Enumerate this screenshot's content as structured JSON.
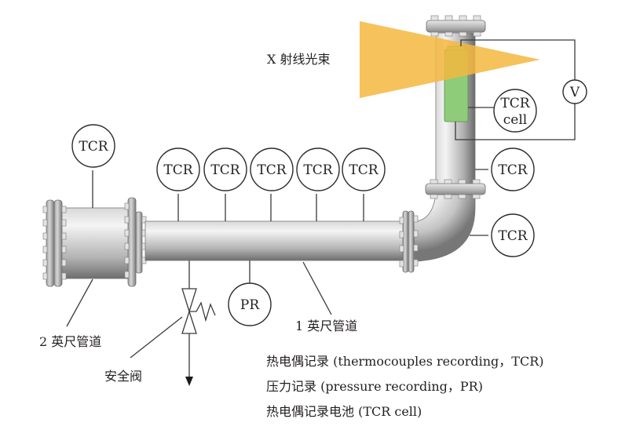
{
  "diagram": {
    "xray_label": "X 射线光束",
    "instruments": {
      "tcr_label": "TCR",
      "tcr_cell_line1": "TCR",
      "tcr_cell_line2": "cell",
      "voltmeter_label": "V",
      "pr_label": "PR"
    },
    "tcr_count": 8,
    "labels": {
      "pipe_2in": "2 英尺管道",
      "pipe_1in": "1 英尺管道",
      "safety_valve": "安全阀"
    },
    "legend": [
      "热电偶记录 (thermocouples recording，TCR)",
      "压力记录 (pressure recording，PR)",
      "热电偶记录电池 (TCR cell)"
    ],
    "colors": {
      "xray_beam": "#f4b740",
      "cell": "#8fcc7a",
      "pipe_light": "#f2f2f2",
      "pipe_dark": "#7a7a7a"
    }
  }
}
